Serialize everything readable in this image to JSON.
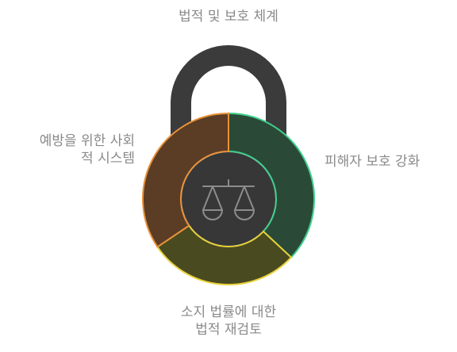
{
  "labels": {
    "top": "법적 및 보호 체계",
    "left": "예방을 위한 사회\n적 시스템",
    "right": "피해자 보호 강화",
    "bottom": "소지 법률에 대한\n법적 재검토"
  },
  "colors": {
    "shackle": "#3b3b3b",
    "core": "#373737",
    "label_text": "#8a8a8a",
    "segment_right_fill": "#2a4a37",
    "segment_right_stroke": "#3fcf8e",
    "segment_bottom_fill": "#4a4a20",
    "segment_bottom_stroke": "#e7d23a",
    "segment_left_fill": "#5b3d25",
    "segment_left_stroke": "#e9923a",
    "icon_stroke": "#8c8c8c"
  },
  "icon": "scales-of-justice-icon"
}
